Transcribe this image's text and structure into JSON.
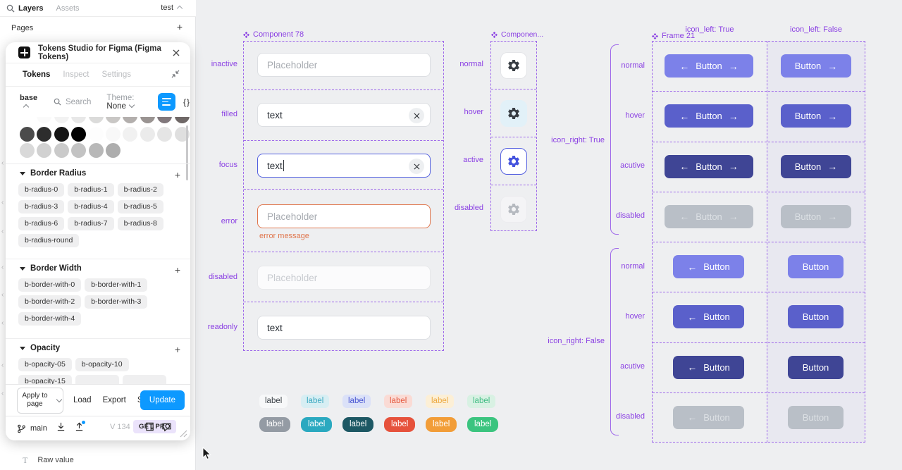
{
  "figma": {
    "top_tabs": {
      "layers": "Layers",
      "assets": "Assets",
      "file_name": "test"
    },
    "pages_label": "Pages",
    "pages_add": "+",
    "layer_row_label": "Raw value"
  },
  "plugin": {
    "title": "Tokens Studio for Figma (Figma Tokens)",
    "tabs": [
      "Tokens",
      "Inspect",
      "Settings"
    ],
    "active_tab": "Tokens",
    "token_set": "base",
    "search_placeholder": "Search",
    "theme_label": "Theme:",
    "theme_value": "None",
    "braces_icon": "{}",
    "swatch_rows": [
      [
        "#ffffff",
        "#fafafa",
        "#f2f2f2",
        "#e8e8e8",
        "#dbdbda",
        "#c9c7c5",
        "#b3afad",
        "#9a9492",
        "#81787c",
        "#6f6867"
      ],
      [
        "#4b4b4b",
        "#2d2d2d",
        "#151515",
        "#030303",
        "#fdfdfd",
        "#f8f8f8",
        "#f1f1f1",
        "#ebebeb",
        "#e5e5e5",
        "#dfdfdf"
      ],
      [
        "#d9d9d9",
        "#d1d1d1",
        "#cacaca",
        "#c3c3c3",
        "#b8b8b8",
        "#adadad"
      ]
    ],
    "sections": [
      {
        "title": "Border Radius",
        "chips": [
          "b-radius-0",
          "b-radius-1",
          "b-radius-2",
          "b-radius-3",
          "b-radius-4",
          "b-radius-5",
          "b-radius-6",
          "b-radius-7",
          "b-radius-8",
          "b-radius-round"
        ]
      },
      {
        "title": "Border Width",
        "chips": [
          "b-border-with-0",
          "b-border-with-1",
          "b-border-with-2",
          "b-border-with-3",
          "b-border-with-4"
        ]
      },
      {
        "title": "Opacity",
        "chips": [
          "b-opacity-05",
          "b-opacity-10",
          "b-opacity-15"
        ],
        "clipped_chips": 3
      }
    ],
    "footer": {
      "apply": "Apply to page",
      "load": "Load",
      "export": "Export",
      "styles": "Styles",
      "update": "Update"
    },
    "status": {
      "branch": "main",
      "version": "V 134",
      "get_pro": "GET PRO"
    }
  },
  "canvas": {
    "input_component": {
      "title": "Component 78",
      "rows": [
        {
          "label": "inactive",
          "state": "inactive",
          "placeholder": "Placeholder"
        },
        {
          "label": "filled",
          "state": "filled",
          "value": "text",
          "clearable": true
        },
        {
          "label": "focus",
          "state": "focus",
          "value": "text",
          "clearable": true,
          "focused": true
        },
        {
          "label": "error",
          "state": "error",
          "placeholder": "Placeholder",
          "message": "error message"
        },
        {
          "label": "disabled",
          "state": "disabled",
          "placeholder": "Placeholder"
        },
        {
          "label": "readonly",
          "state": "readonly",
          "value": "text"
        }
      ],
      "error_color": "#e0764d"
    },
    "icon_component": {
      "title": "Componen...",
      "states": [
        {
          "label": "normal",
          "bg": "#ffffff",
          "border": "#e4e5e8",
          "icon": "#3a3f45"
        },
        {
          "label": "hover",
          "bg": "#e2f1f8",
          "border": "#e2f1f8",
          "icon": "#383d43"
        },
        {
          "label": "active",
          "bg": "#ffffff",
          "border": "#5661e0",
          "icon": "#4554de"
        },
        {
          "label": "disabled",
          "bg": "#f4f4f6",
          "border": "#ececef",
          "icon": "#b6bac0"
        }
      ]
    },
    "button_frame": {
      "title": "Frame 21",
      "column_headers": [
        "icon_left: True",
        "icon_left: False"
      ],
      "button_label": "Button",
      "arrow_left": "←",
      "arrow_right": "→",
      "state_colors": {
        "normal": "#7c81e9",
        "hover": "#5a60cb",
        "acutive": "#3f4595",
        "disabled": "#b9bfc7"
      },
      "disabled_text_color": "#dce0e4",
      "groups": [
        {
          "label": "icon_right: True",
          "rows": [
            "normal",
            "hover",
            "acutive",
            "disabled"
          ],
          "left_variant": "both",
          "right_variant": "right"
        },
        {
          "label": "icon_right: False",
          "rows": [
            "normal",
            "hover",
            "acutive",
            "disabled"
          ],
          "left_variant": "left",
          "right_variant": "none"
        }
      ]
    },
    "labels": {
      "text": "label",
      "light": [
        {
          "fg": "#3c4248",
          "bg": "#f7f8f9"
        },
        {
          "fg": "#3aa8c0",
          "bg": "#d7eef3"
        },
        {
          "fg": "#4a57d2",
          "bg": "#dbe1f8"
        },
        {
          "fg": "#e55a40",
          "bg": "#fadbd5"
        },
        {
          "fg": "#edaa42",
          "bg": "#fcefd6"
        },
        {
          "fg": "#43bd85",
          "bg": "#d8f1e3"
        }
      ],
      "solid": [
        {
          "fg": "#ffffff",
          "bg": "#949ba4"
        },
        {
          "fg": "#ffffff",
          "bg": "#2aa9c0"
        },
        {
          "fg": "#ffffff",
          "bg": "#1d5864"
        },
        {
          "fg": "#ffffff",
          "bg": "#e6523c"
        },
        {
          "fg": "#ffffff",
          "bg": "#f29d38"
        },
        {
          "fg": "#ffffff",
          "bg": "#3bc47f"
        }
      ]
    }
  }
}
